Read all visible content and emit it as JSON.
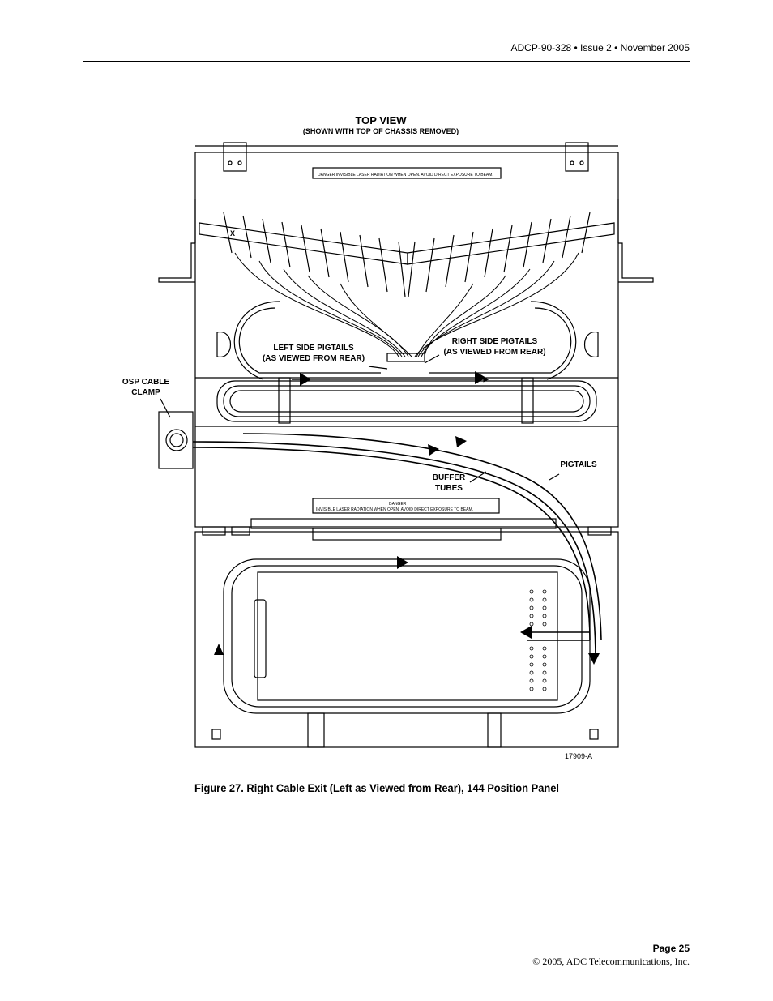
{
  "header": {
    "doc_ref": "ADCP-90-328 • Issue 2 • November 2005"
  },
  "figure": {
    "top_view_title": "TOP VIEW",
    "top_view_subtitle": "(SHOWN WITH TOP OF CHASSIS REMOVED)",
    "labels": {
      "left_pigtails": "LEFT SIDE PIGTAILS\n(AS VIEWED FROM REAR)",
      "right_pigtails": "RIGHT SIDE PIGTAILS\n(AS VIEWED FROM REAR)",
      "osp_clamp": "OSP CABLE\nCLAMP",
      "buffer_tubes": "BUFFER\nTUBES",
      "pigtails": "PIGTAILS",
      "x_mark": "X"
    },
    "danger_label_top": "DANGER INVISIBLE LASER RADIATION WHEN OPEN. AVOID DIRECT EXPOSURE TO BEAM.",
    "danger_label_mid_title": "DANGER",
    "danger_label_mid_text": "INVISIBLE LASER RADIATION WHEN OPEN. AVOID DIRECT EXPOSURE TO BEAM.",
    "figure_id": "17909-A",
    "caption": "Figure 27. Right Cable Exit (Left as Viewed from Rear), 144 Position Panel"
  },
  "footer": {
    "page": "Page 25",
    "copyright": "© 2005, ADC Telecommunications, Inc."
  }
}
